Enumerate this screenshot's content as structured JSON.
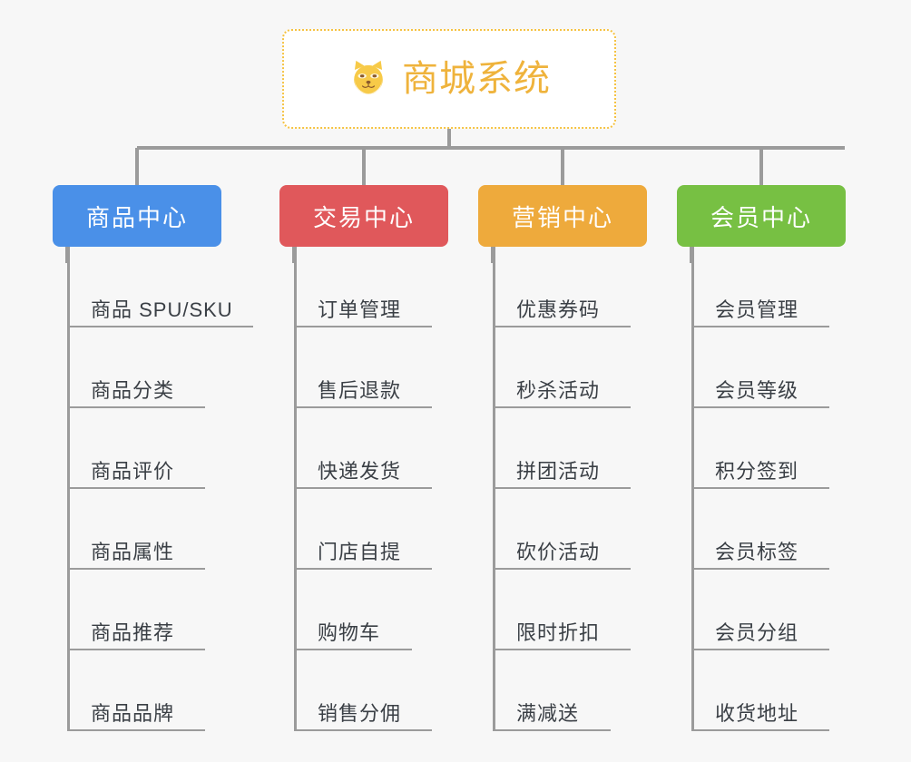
{
  "background_color": "#f7f7f7",
  "root": {
    "title": "商城系统",
    "icon": "shiba-dog-icon",
    "text_color": "#efb33c",
    "border_color": "#f5c242",
    "background_color": "#ffffff"
  },
  "connector_color": "#9b9b9b",
  "branches": [
    {
      "label": "商品中心",
      "color": "#4a90e8",
      "items": [
        {
          "label": "商品 SPU/SKU",
          "rule_width": "w-long"
        },
        {
          "label": "商品分类",
          "rule_width": "w-med"
        },
        {
          "label": "商品评价",
          "rule_width": "w-med"
        },
        {
          "label": "商品属性",
          "rule_width": "w-med"
        },
        {
          "label": "商品推荐",
          "rule_width": "w-med"
        },
        {
          "label": "商品品牌",
          "rule_width": "w-med"
        }
      ]
    },
    {
      "label": "交易中心",
      "color": "#e0585b",
      "items": [
        {
          "label": "订单管理",
          "rule_width": "w-med"
        },
        {
          "label": "售后退款",
          "rule_width": "w-med"
        },
        {
          "label": "快递发货",
          "rule_width": "w-med"
        },
        {
          "label": "门店自提",
          "rule_width": "w-med"
        },
        {
          "label": "购物车",
          "rule_width": "w-short"
        },
        {
          "label": "销售分佣",
          "rule_width": "w-med"
        }
      ]
    },
    {
      "label": "营销中心",
      "color": "#eeaa3c",
      "items": [
        {
          "label": "优惠券码",
          "rule_width": "w-med"
        },
        {
          "label": "秒杀活动",
          "rule_width": "w-med"
        },
        {
          "label": "拼团活动",
          "rule_width": "w-med"
        },
        {
          "label": "砍价活动",
          "rule_width": "w-med"
        },
        {
          "label": "限时折扣",
          "rule_width": "w-med"
        },
        {
          "label": "满减送",
          "rule_width": "w-short"
        }
      ]
    },
    {
      "label": "会员中心",
      "color": "#77c043",
      "items": [
        {
          "label": "会员管理",
          "rule_width": "w-med"
        },
        {
          "label": "会员等级",
          "rule_width": "w-med"
        },
        {
          "label": "积分签到",
          "rule_width": "w-med"
        },
        {
          "label": "会员标签",
          "rule_width": "w-med"
        },
        {
          "label": "会员分组",
          "rule_width": "w-med"
        },
        {
          "label": "收货地址",
          "rule_width": "w-med"
        }
      ]
    }
  ]
}
